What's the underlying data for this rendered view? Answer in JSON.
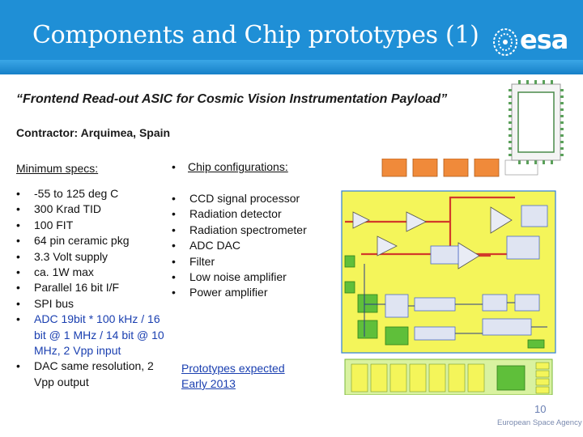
{
  "header": {
    "title": "Components and Chip prototypes (1)",
    "logo": "esa",
    "logo_icon": "esa-logo-icon"
  },
  "subtitle": "“Frontend Read-out ASIC for Cosmic Vision Instrumentation Payload”",
  "contractor": "Contractor: Arquimea, Spain",
  "specs": {
    "heading": "Minimum specs:",
    "items": [
      "-55 to 125 deg C",
      "300 Krad TID",
      "100 FIT",
      "64 pin ceramic pkg",
      "3.3 Volt supply",
      "ca. 1W max",
      "Parallel 16 bit I/F",
      "SPI bus",
      "ADC 19bit * 100 kHz / 16 bit @ 1 MHz / 14 bit @ 10 MHz, 2 Vpp input",
      "DAC same resolution, 2 Vpp output"
    ]
  },
  "configs": {
    "heading": "Chip configurations:",
    "items": [
      "CCD signal processor",
      "Radiation detector",
      "Radiation spectrometer",
      "ADC DAC",
      "Filter",
      "Low noise amplifier",
      "Power amplifier"
    ]
  },
  "prototypes": {
    "line1": "Prototypes expected",
    "line2": "Early 2013"
  },
  "page_number": "10",
  "footer": "European Space Agency",
  "colors": {
    "header_blue": "#1f8fd6",
    "link_blue": "#1a3fb0",
    "diagram_red": "#d23a2a",
    "diagram_yellow": "#f4f55a",
    "diagram_green": "#5fbf3a"
  }
}
